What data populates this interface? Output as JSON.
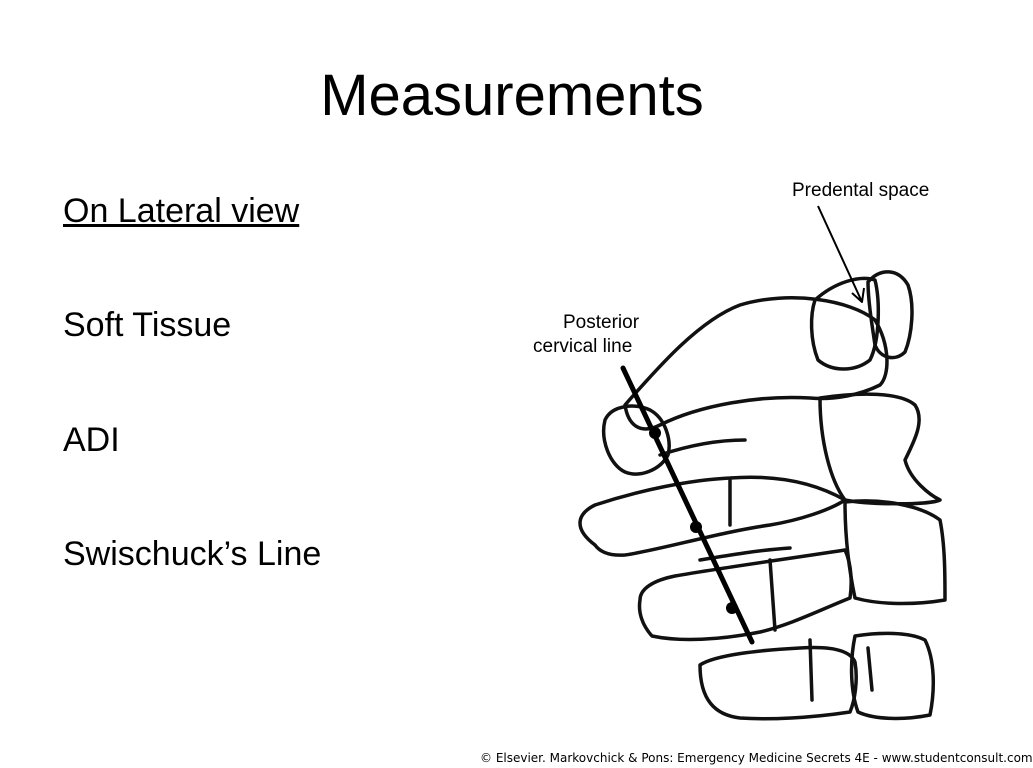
{
  "slide": {
    "title": "Measurements",
    "bullets": [
      {
        "label": "On Lateral view",
        "underlined": true
      },
      {
        "label": "Soft Tissue"
      },
      {
        "label": "ADI"
      },
      {
        "label": "Swischuck’s Line"
      }
    ]
  },
  "diagram": {
    "labels": {
      "predental_space": "Predental space",
      "posterior_cervical_line_1": "Posterior",
      "posterior_cervical_line_2": "cervical line"
    }
  },
  "credit": "© Elsevier. Markovchick & Pons: Emergency Medicine Secrets 4E - www.studentconsult.com"
}
